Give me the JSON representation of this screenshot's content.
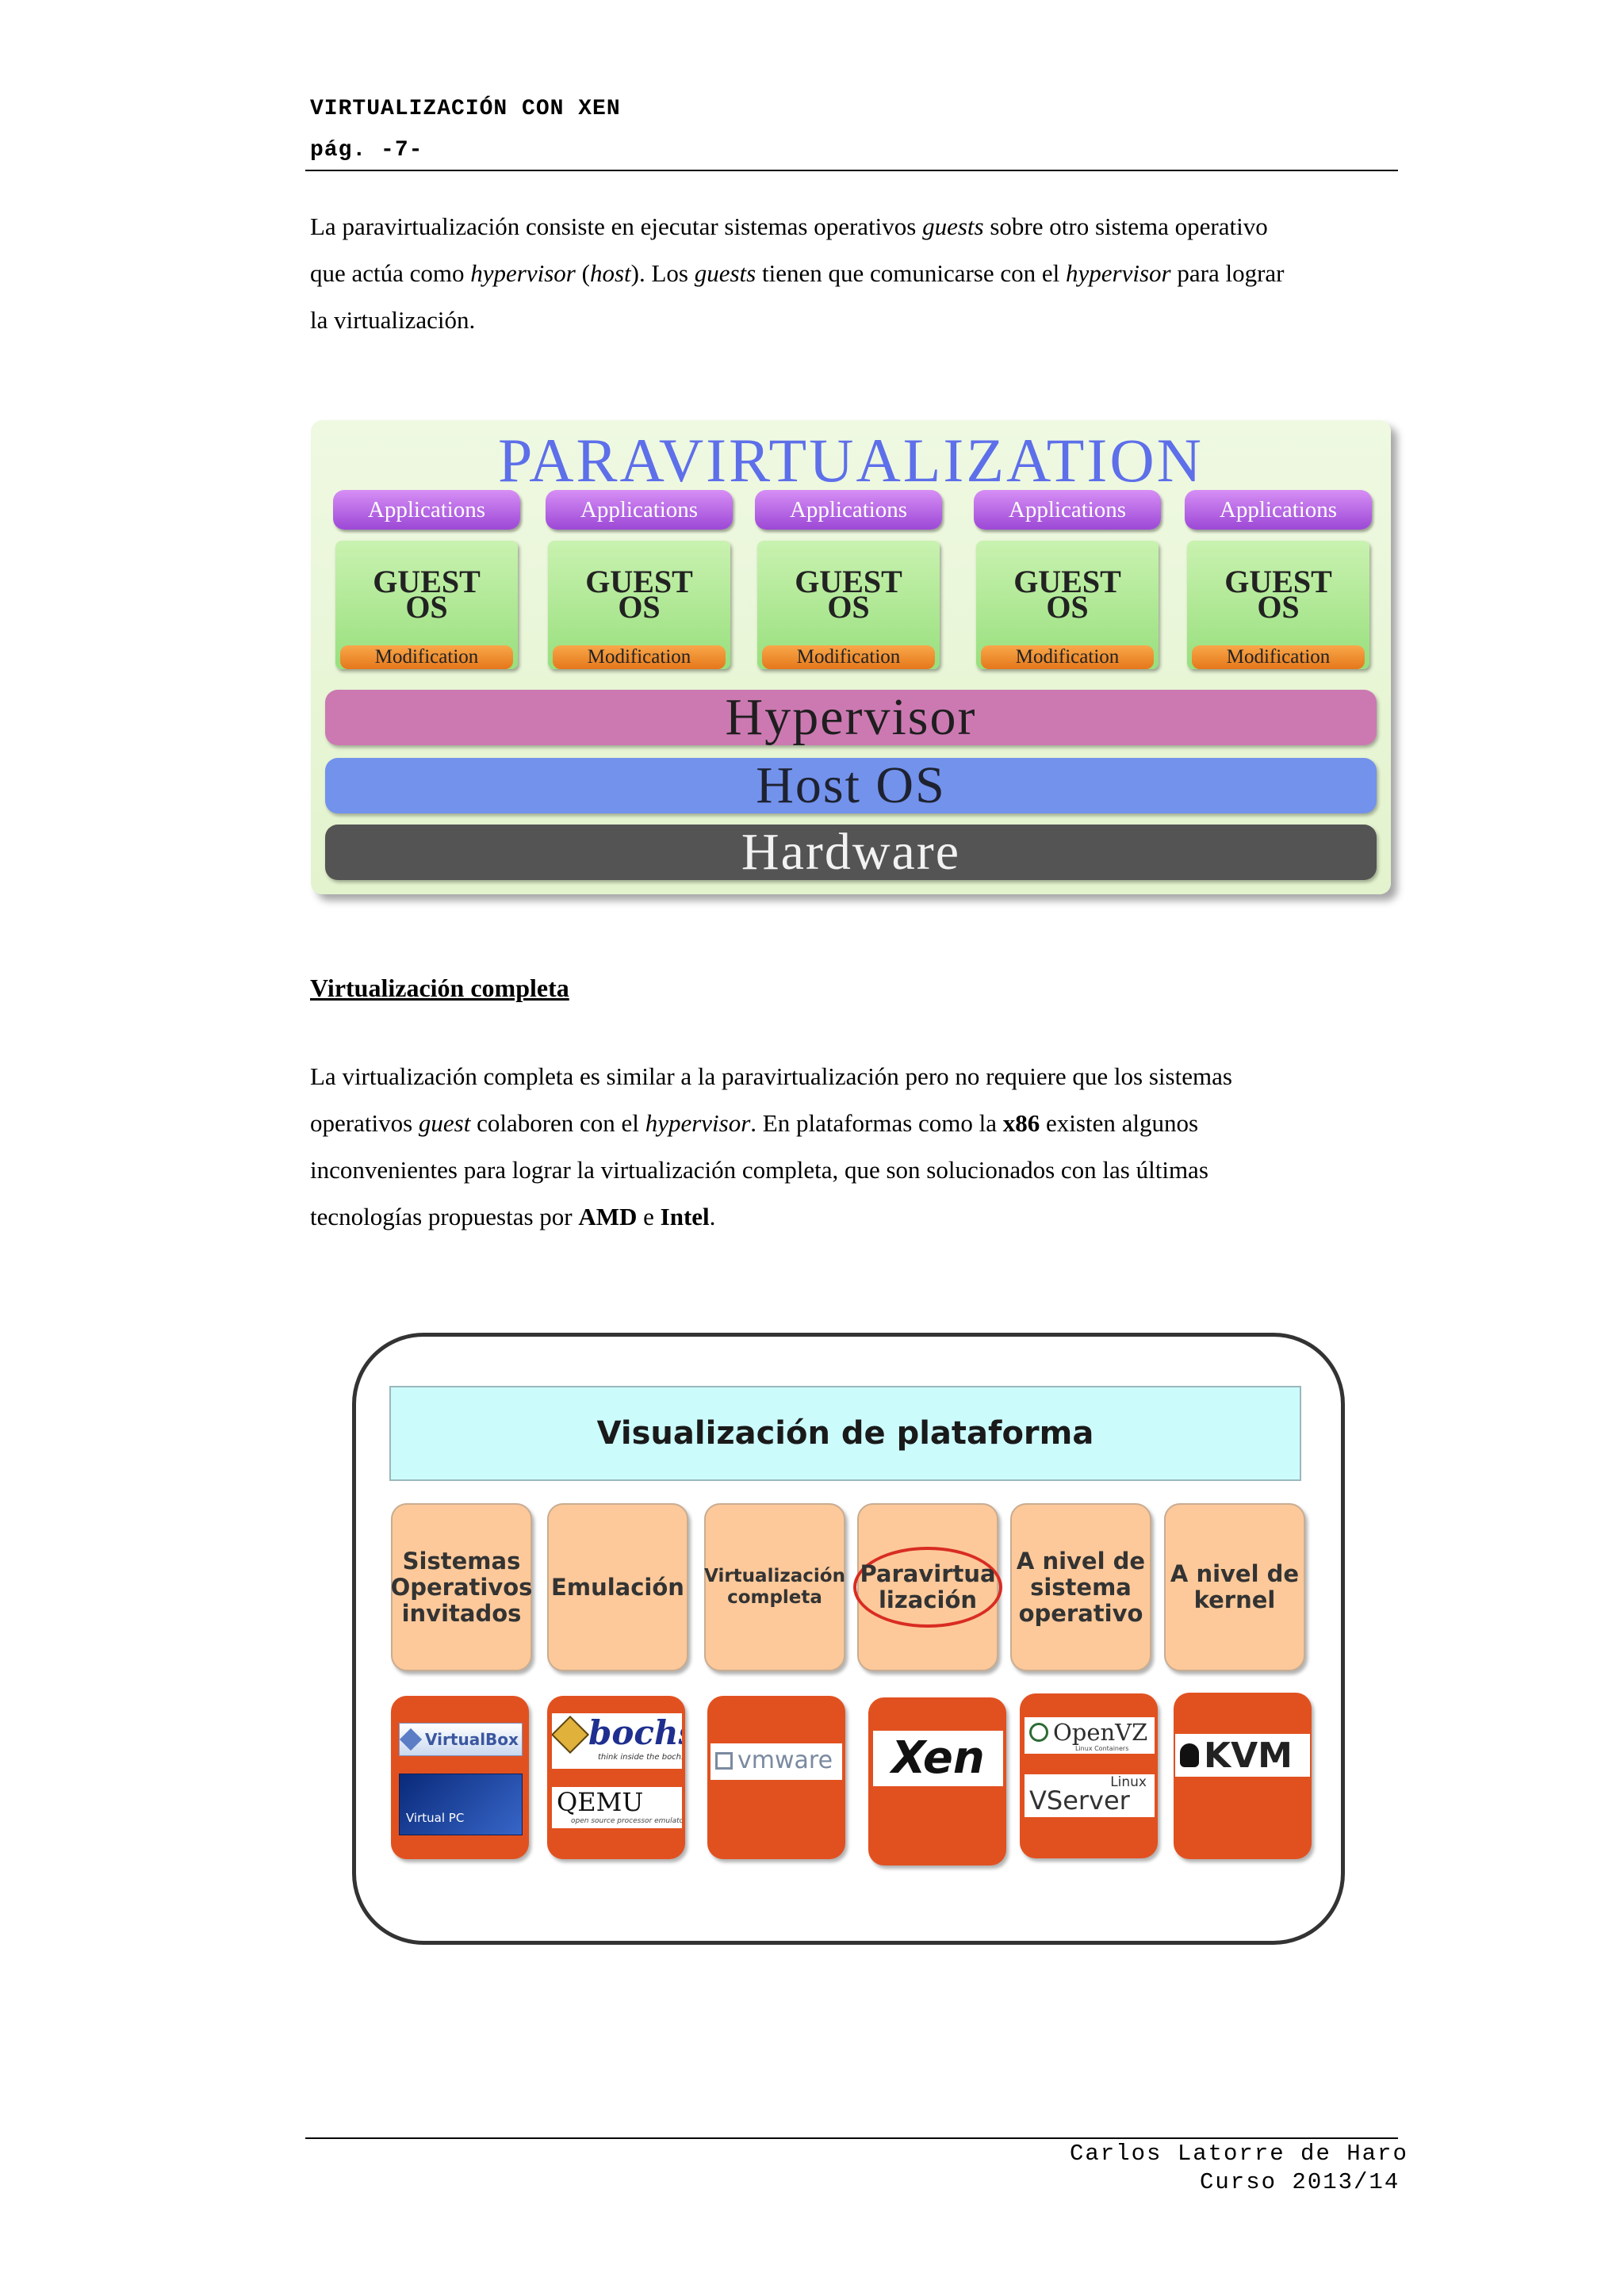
{
  "header": {
    "title": "VIRTUALIZACIÓN CON XEN",
    "page": "pág. -7-"
  },
  "paragraph1": {
    "l1a": "La paravirtualización consiste en ejecutar sistemas operativos ",
    "l1b": "guests",
    "l1c": " sobre otro sistema operativo",
    "l2a": "que actúa como ",
    "l2b": "hypervisor",
    "l2c": " (",
    "l2d": "host",
    "l2e": "). Los ",
    "l2f": "guests",
    "l2g": " tienen que comunicarse con el ",
    "l2h": "hypervisor",
    "l2i": " para lograr",
    "l3": "la virtualización."
  },
  "figure1": {
    "title": "PARAVIRTUALIZATION",
    "columns": [
      {
        "app": "Applications",
        "guest_l1": "GUEST",
        "guest_l2": "OS",
        "mod": "Modification"
      },
      {
        "app": "Applications",
        "guest_l1": "GUEST",
        "guest_l2": "OS",
        "mod": "Modification"
      },
      {
        "app": "Applications",
        "guest_l1": "GUEST",
        "guest_l2": "OS",
        "mod": "Modification"
      },
      {
        "app": "Applications",
        "guest_l1": "GUEST",
        "guest_l2": "OS",
        "mod": "Modification"
      },
      {
        "app": "Applications",
        "guest_l1": "GUEST",
        "guest_l2": "OS",
        "mod": "Modification"
      }
    ],
    "hypervisor": "Hypervisor",
    "host_os": "Host OS",
    "hardware": "Hardware"
  },
  "section": {
    "heading": "Virtualización completa"
  },
  "paragraph2": {
    "l1": "La virtualización completa es similar a la paravirtualización pero no requiere que los sistemas",
    "l2a": "operativos ",
    "l2b": "guest",
    "l2c": " colaboren con el ",
    "l2d": "hypervisor",
    "l2e": ". En plataformas como la ",
    "l2f": "x86",
    "l2g": " existen algunos",
    "l3": "inconvenientes para lograr la virtualización completa, que son solucionados con las últimas",
    "l4a": "tecnologías propuestas por ",
    "l4b": "AMD",
    "l4c": " e ",
    "l4d": "Intel",
    "l4e": "."
  },
  "figure2": {
    "title": "Visualización  de  plataforma",
    "categories": {
      "c1_l1": "Sistemas",
      "c1_l2": "Operativos",
      "c1_l3": "invitados",
      "c2": "Emulación",
      "c3_l1": "Virtualización",
      "c3_l2": "completa",
      "c4_l1": "Paravirtua",
      "c4_l2": "lización",
      "c5_l1": "A nivel de",
      "c5_l2": "sistema",
      "c5_l3": "operativo",
      "c6_l1": "A nivel de",
      "c6_l2": "kernel"
    },
    "logos": {
      "virtualbox": "VirtualBox",
      "virtualpc": "Virtual PC",
      "bochs": "bochs",
      "bochs_tag": "think inside the bochs.",
      "qemu": "QEMU",
      "qemu_tag": "open source processor emulator",
      "vmware": "vmware",
      "xen": "Xen",
      "openvz": "OpenVZ",
      "openvz_tag": "Linux Containers",
      "vserver_linux": "Linux",
      "vserver": "VServer",
      "kvm": "KVM"
    }
  },
  "footer": {
    "name": "Carlos Latorre de Haro",
    "course": "Curso 2013/14"
  }
}
